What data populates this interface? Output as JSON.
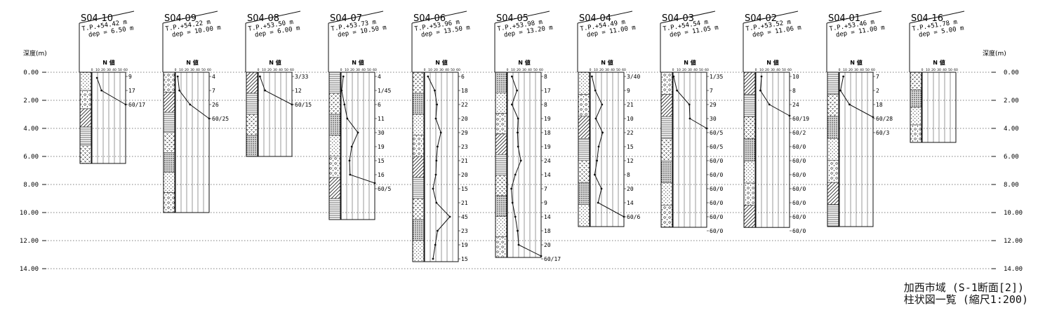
{
  "depth_axis": {
    "unit_label": "深度(m)",
    "ticks": [
      "0.00",
      "2.00",
      "4.00",
      "6.00",
      "8.00",
      "10.00",
      "12.00",
      "14.00"
    ],
    "max": 14
  },
  "n_header": "N 値",
  "n_scale": [
    "0",
    "10",
    "20",
    "30",
    "40",
    "50",
    "60"
  ],
  "caption": {
    "line1": "加西市域 (S-1断面[2])",
    "line2": "柱状図一覧 (縮尺1:200)"
  },
  "boreholes": [
    {
      "id": "S04-10",
      "tp": "T.P.+54.42 m",
      "dep": "dep = 6.50 m",
      "depth": 6.5,
      "n_labels": [
        "9",
        "17",
        "60/17"
      ],
      "n_points": [
        [
          0.4,
          9
        ],
        [
          1.3,
          17
        ],
        [
          2.3,
          60
        ]
      ]
    },
    {
      "id": "S04-09",
      "tp": "T.P.+54.22 m",
      "dep": "dep = 10.00 m",
      "depth": 10.0,
      "n_labels": [
        "4",
        "7",
        "26",
        "60/25"
      ],
      "n_points": [
        [
          0.3,
          4
        ],
        [
          1.3,
          7
        ],
        [
          2.3,
          26
        ],
        [
          3.3,
          60
        ]
      ]
    },
    {
      "id": "S04-08",
      "tp": "T.P.+53.50 m",
      "dep": "dep = 6.00 m",
      "depth": 6.0,
      "n_labels": [
        "3/33",
        "12",
        "60/15"
      ],
      "n_points": [
        [
          0.3,
          3
        ],
        [
          1.3,
          12
        ],
        [
          2.3,
          60
        ]
      ]
    },
    {
      "id": "S04-07",
      "tp": "T.P.+53.73 m",
      "dep": "dep = 10.50 m",
      "depth": 10.5,
      "n_labels": [
        "4",
        "1/45",
        "6",
        "11",
        "30",
        "19",
        "15",
        "16",
        "60/5"
      ],
      "n_points": [
        [
          0.3,
          4
        ],
        [
          1.3,
          1
        ],
        [
          2.3,
          6
        ],
        [
          3.3,
          11
        ],
        [
          4.3,
          30
        ],
        [
          5.3,
          19
        ],
        [
          6.3,
          15
        ],
        [
          7.3,
          16
        ],
        [
          7.9,
          60
        ]
      ]
    },
    {
      "id": "S04-06",
      "tp": "T.P.+53.96 m",
      "dep": "dep = 13.50 m",
      "depth": 13.5,
      "n_labels": [
        "6",
        "18",
        "22",
        "20",
        "29",
        "23",
        "21",
        "20",
        "15",
        "21",
        "45",
        "23",
        "19",
        "15"
      ],
      "n_points": [
        [
          0.3,
          6
        ],
        [
          1.3,
          18
        ],
        [
          2.3,
          22
        ],
        [
          3.3,
          20
        ],
        [
          4.3,
          29
        ],
        [
          5.3,
          23
        ],
        [
          6.3,
          21
        ],
        [
          7.3,
          20
        ],
        [
          8.3,
          15
        ],
        [
          9.3,
          21
        ],
        [
          10.3,
          45
        ],
        [
          11.3,
          23
        ],
        [
          12.3,
          19
        ],
        [
          13.3,
          15
        ]
      ]
    },
    {
      "id": "S04-05",
      "tp": "T.P.+53.98 m",
      "dep": "dep = 13.20 m",
      "depth": 13.2,
      "n_labels": [
        "8",
        "17",
        "8",
        "19",
        "18",
        "19",
        "24",
        "14",
        "7",
        "9",
        "14",
        "18",
        "20",
        "60/17"
      ],
      "n_points": [
        [
          0.3,
          8
        ],
        [
          1.3,
          17
        ],
        [
          2.3,
          8
        ],
        [
          3.3,
          19
        ],
        [
          4.3,
          18
        ],
        [
          5.3,
          19
        ],
        [
          6.3,
          24
        ],
        [
          7.3,
          14
        ],
        [
          8.3,
          7
        ],
        [
          9.3,
          9
        ],
        [
          10.3,
          14
        ],
        [
          11.3,
          18
        ],
        [
          12.3,
          20
        ],
        [
          13.1,
          60
        ]
      ]
    },
    {
      "id": "S04-04",
      "tp": "T.P.+54.49 m",
      "dep": "dep = 11.00 m",
      "depth": 11.0,
      "n_labels": [
        "3/40",
        "9",
        "21",
        "10",
        "22",
        "15",
        "12",
        "8",
        "20",
        "14",
        "60/6"
      ],
      "n_points": [
        [
          0.3,
          3
        ],
        [
          1.3,
          9
        ],
        [
          2.3,
          21
        ],
        [
          3.3,
          10
        ],
        [
          4.3,
          22
        ],
        [
          5.3,
          15
        ],
        [
          6.3,
          12
        ],
        [
          7.3,
          8
        ],
        [
          8.3,
          20
        ],
        [
          9.3,
          14
        ],
        [
          10.3,
          60
        ]
      ]
    },
    {
      "id": "S04-03",
      "tp": "T.P.+54.54 m",
      "dep": "dep = 11.05 m",
      "depth": 11.05,
      "n_labels": [
        "1/35",
        "7",
        "29",
        "30",
        "60/5",
        "60/5",
        "60/0",
        "60/0",
        "60/0",
        "60/0",
        "60/0",
        "60/0"
      ],
      "n_points": [
        [
          0.3,
          1
        ],
        [
          1.3,
          7
        ],
        [
          2.3,
          29
        ],
        [
          3.3,
          30
        ],
        [
          4.0,
          60
        ]
      ]
    },
    {
      "id": "S04-02",
      "tp": "T.P.+53.52 m",
      "dep": "dep = 11.06 m",
      "depth": 11.06,
      "n_labels": [
        "10",
        "8",
        "24",
        "60/19",
        "60/2",
        "60/0",
        "60/0",
        "60/0",
        "60/0",
        "60/0",
        "60/0",
        "60/0"
      ],
      "n_points": [
        [
          0.3,
          10
        ],
        [
          1.3,
          8
        ],
        [
          2.3,
          24
        ],
        [
          3.1,
          60
        ]
      ]
    },
    {
      "id": "S04-01",
      "tp": "T.P.+53.46 m",
      "dep": "dep = 11.00 m",
      "depth": 11.0,
      "n_labels": [
        "7",
        "2",
        "18",
        "60/28",
        "60/3"
      ],
      "n_points": [
        [
          0.3,
          7
        ],
        [
          1.3,
          2
        ],
        [
          2.3,
          18
        ],
        [
          3.2,
          60
        ]
      ]
    },
    {
      "id": "S04-16",
      "tp": "T.P.+51.78 m",
      "dep": "dep = 5.00 m",
      "depth": 5.0,
      "n_labels": [],
      "n_points": []
    }
  ]
}
